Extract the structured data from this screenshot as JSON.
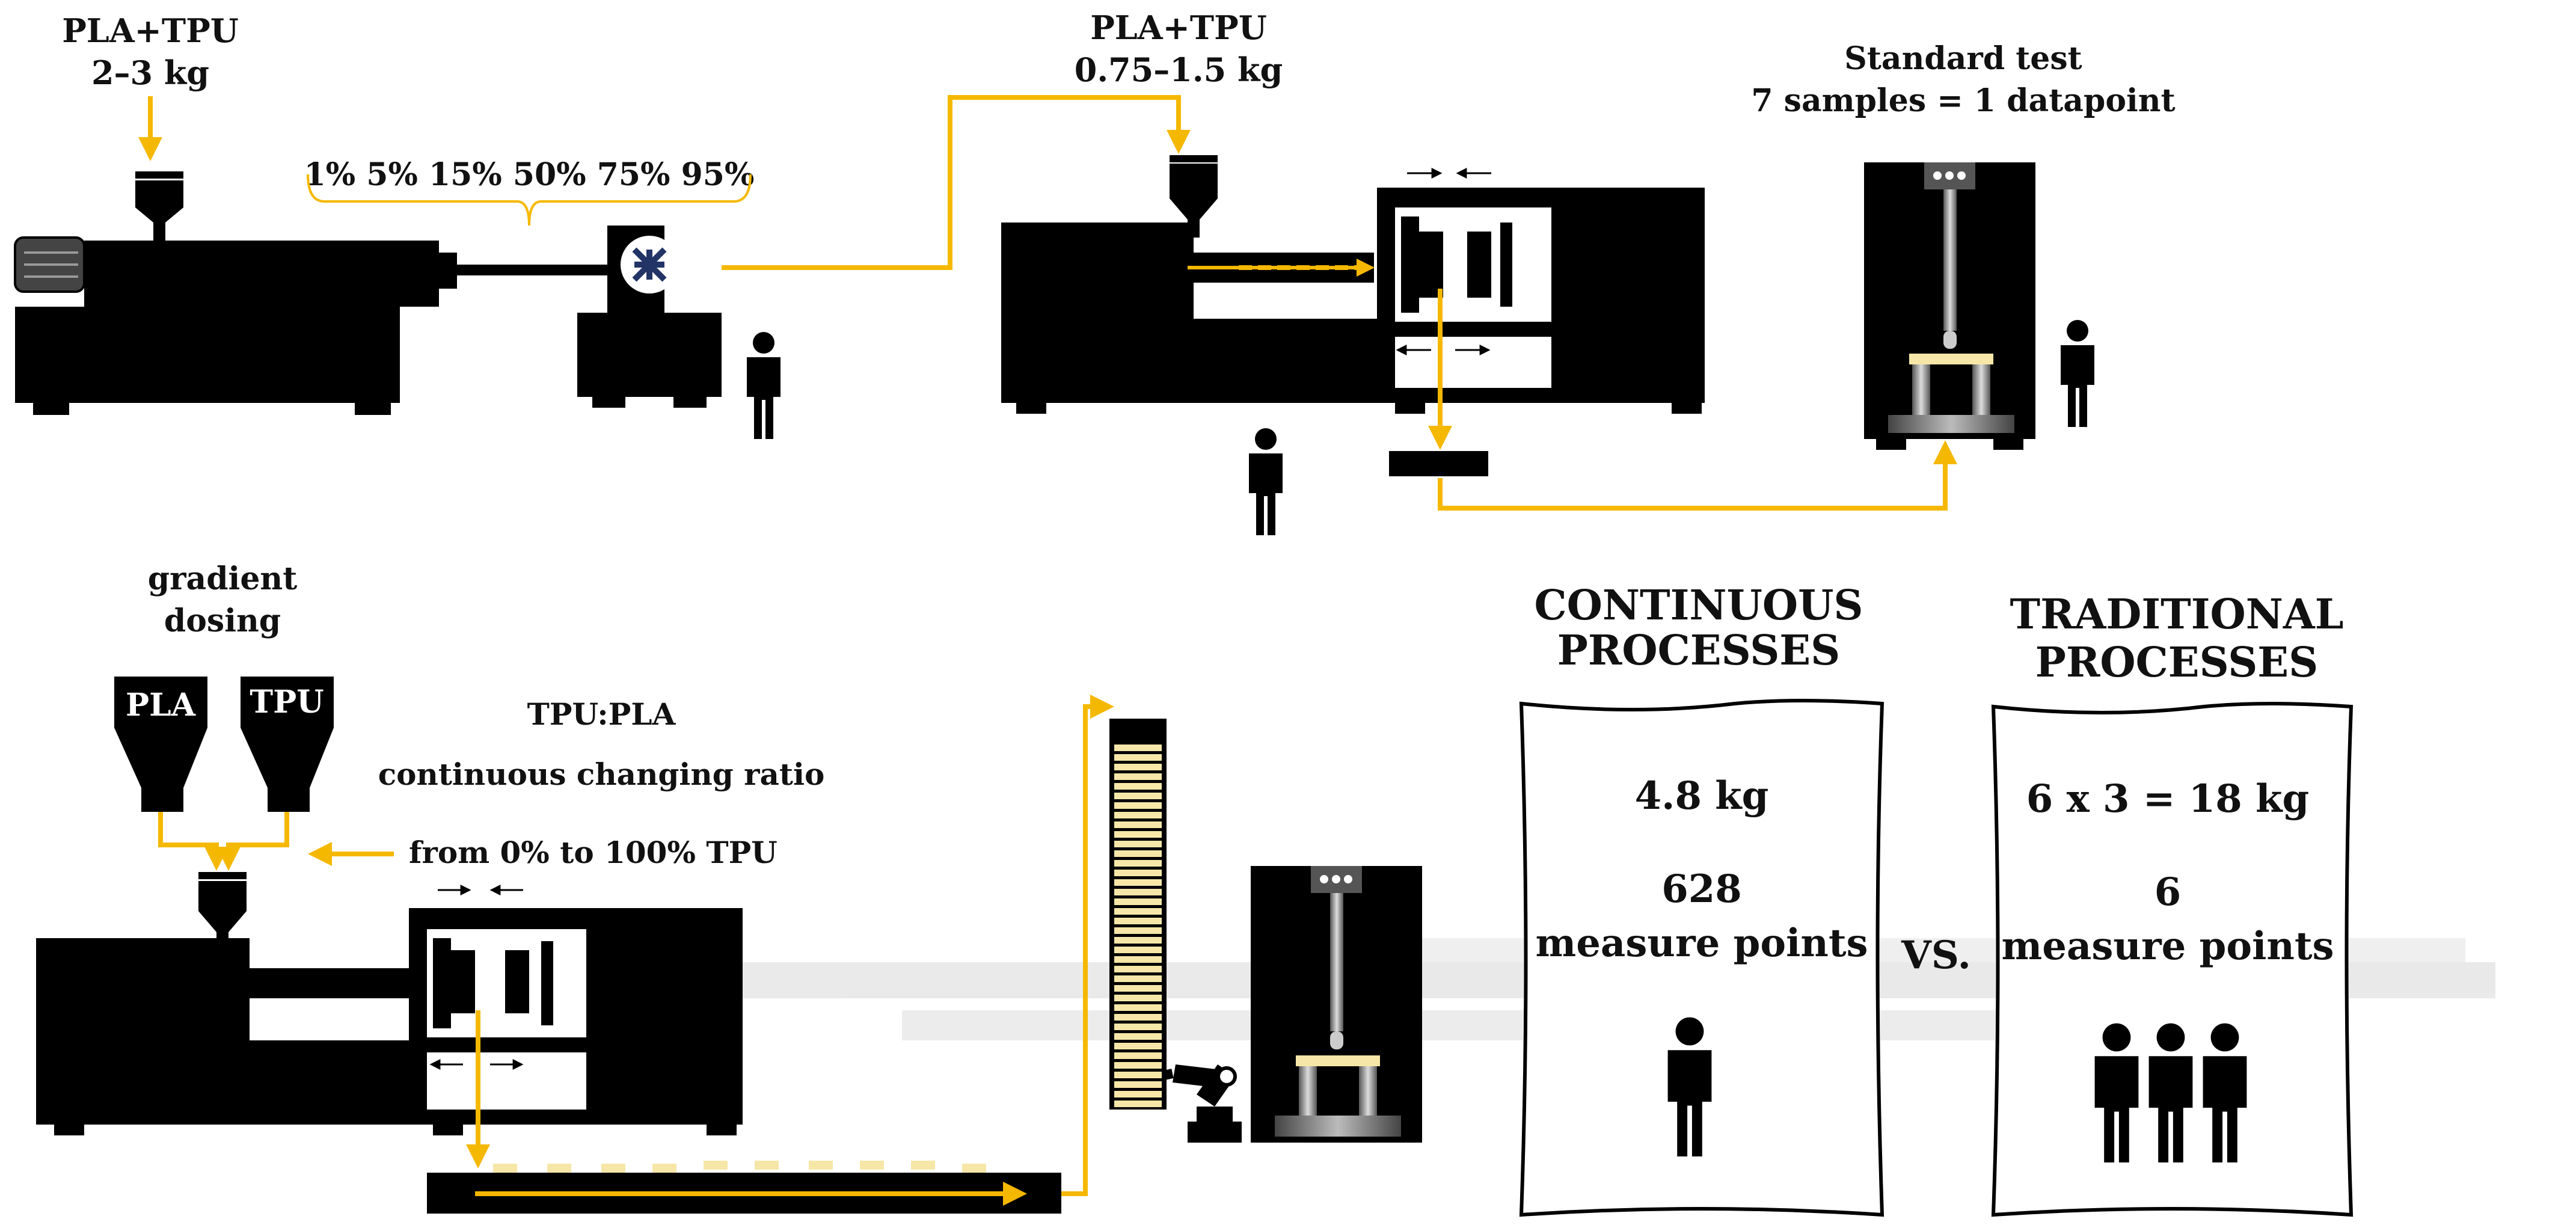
{
  "colors": {
    "accent": "#F5B800",
    "machine": "#000000",
    "tray": "#F6E7A8",
    "ink": "#111111"
  },
  "top": {
    "extruder_feed": {
      "line1": "PLA+TPU",
      "line2": "2–3 kg"
    },
    "ratio_steps": "1% 5% 15% 50% 75% 95%",
    "molding_feed": {
      "line1": "PLA+TPU",
      "line2": "0.75–1.5 kg"
    },
    "test": {
      "line1": "Standard test",
      "line2": "7 samples = 1 datapoint"
    }
  },
  "bottom": {
    "dosing": {
      "line1": "gradient",
      "line2": "dosing"
    },
    "hopper_left": "PLA",
    "hopper_right": "TPU",
    "ratio_title": "TPU:PLA",
    "ratio_desc": "continuous changing ratio",
    "ratio_range": "from 0% to 100% TPU"
  },
  "comparison": {
    "continuous": {
      "title1": "CONTINUOUS",
      "title2": "PROCESSES",
      "amount": "4.8 kg",
      "points_num": "628",
      "points_label": "measure points",
      "operators": 1
    },
    "vs": "VS.",
    "traditional": {
      "title1": "TRADITIONAL",
      "title2": "PROCESSES",
      "amount": "6 x 3 = 18 kg",
      "points_num": "6",
      "points_label": "measure points",
      "operators": 3
    }
  }
}
